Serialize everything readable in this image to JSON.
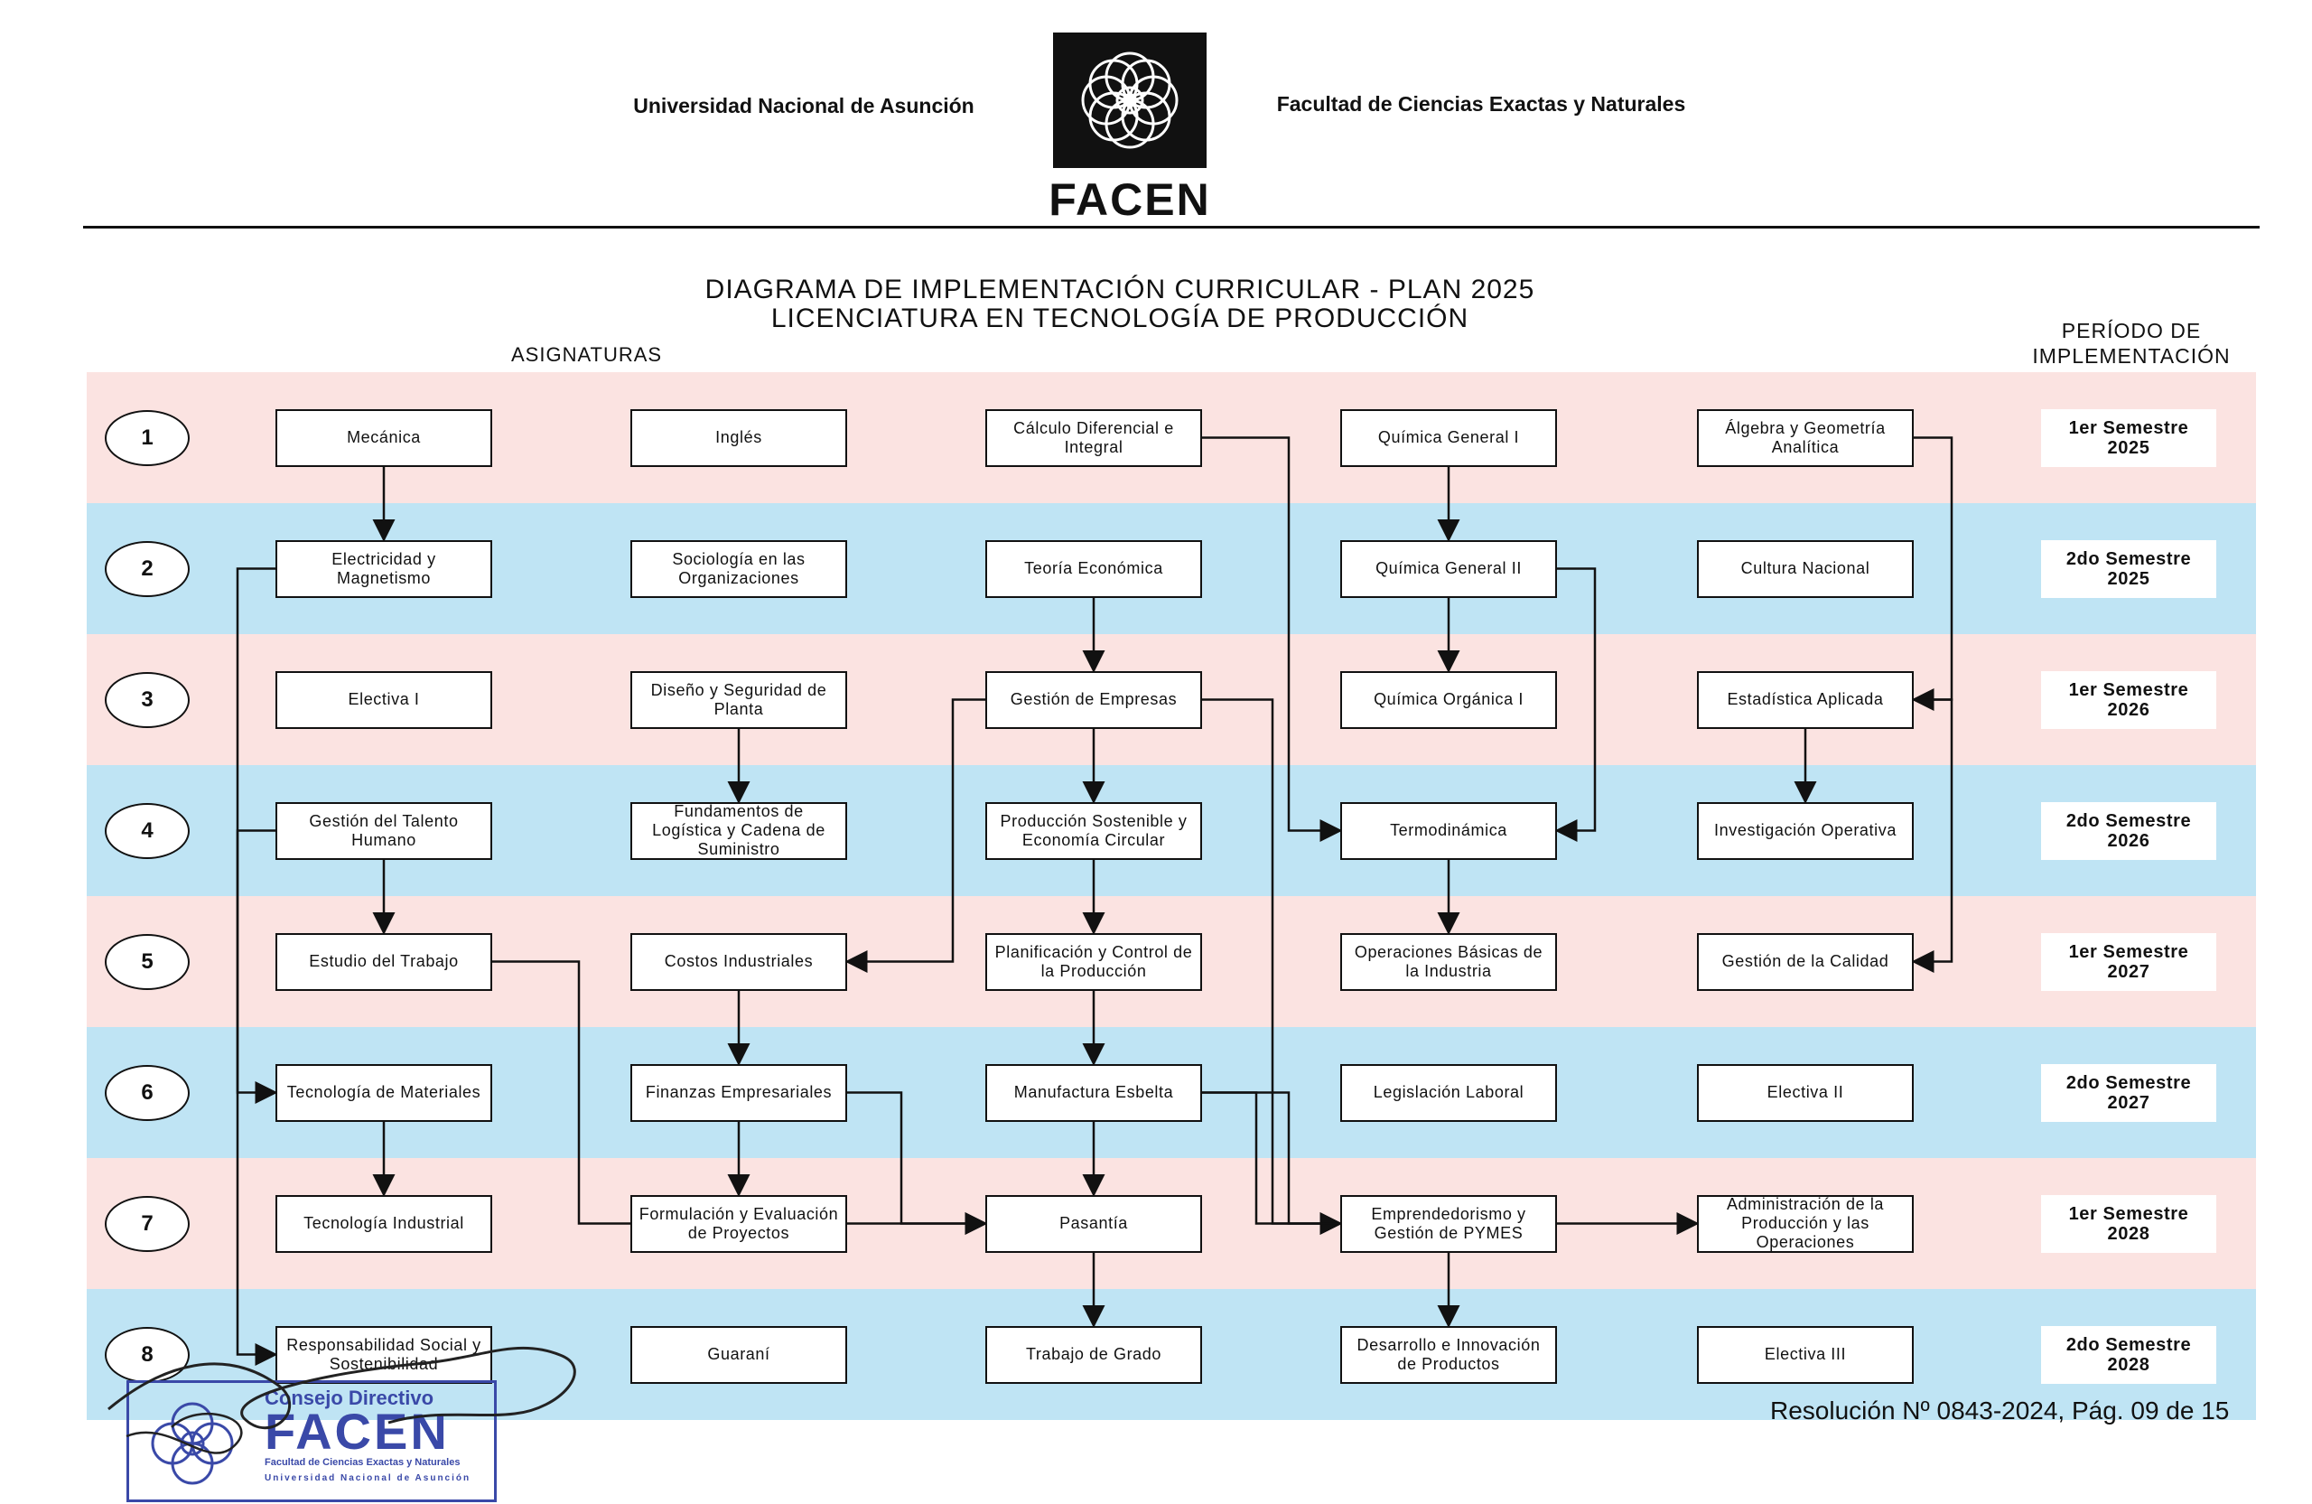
{
  "header": {
    "university": "Universidad Nacional de Asunción",
    "faculty": "Facultad de Ciencias Exactas y Naturales",
    "logo_text": "FACEN"
  },
  "title_line1": "DIAGRAMA DE IMPLEMENTACIÓN CURRICULAR - PLAN 2025",
  "title_line2": "LICENCIATURA EN TECNOLOGÍA DE PRODUCCIÓN",
  "asignaturas_label": "ASIGNATURAS",
  "periodo_label": "PERÍODO DE\nIMPLEMENTACIÓN",
  "semesters": [
    {
      "num": "1",
      "period": "1er Semestre\n2025"
    },
    {
      "num": "2",
      "period": "2do Semestre\n2025"
    },
    {
      "num": "3",
      "period": "1er Semestre\n2026"
    },
    {
      "num": "4",
      "period": "2do Semestre\n2026"
    },
    {
      "num": "5",
      "period": "1er Semestre\n2027"
    },
    {
      "num": "6",
      "period": "2do Semestre\n2027"
    },
    {
      "num": "7",
      "period": "1er Semestre\n2028"
    },
    {
      "num": "8",
      "period": "2do Semestre\n2028"
    }
  ],
  "subjects": [
    {
      "id": "mecanica",
      "label": "Mecánica",
      "row": 1,
      "col": 1
    },
    {
      "id": "ingles",
      "label": "Inglés",
      "row": 1,
      "col": 2
    },
    {
      "id": "calculo",
      "label": "Cálculo Diferencial e Integral",
      "row": 1,
      "col": 3
    },
    {
      "id": "quimica1",
      "label": "Química General I",
      "row": 1,
      "col": 4
    },
    {
      "id": "algebra",
      "label": "Álgebra y Geometría Analítica",
      "row": 1,
      "col": 5
    },
    {
      "id": "electricidad",
      "label": "Electricidad y Magnetismo",
      "row": 2,
      "col": 1
    },
    {
      "id": "sociologia",
      "label": "Sociología en las Organizaciones",
      "row": 2,
      "col": 2
    },
    {
      "id": "teoria",
      "label": "Teoría Económica",
      "row": 2,
      "col": 3
    },
    {
      "id": "quimica2",
      "label": "Química General II",
      "row": 2,
      "col": 4
    },
    {
      "id": "cultura",
      "label": "Cultura Nacional",
      "row": 2,
      "col": 5
    },
    {
      "id": "electiva1",
      "label": "Electiva I",
      "row": 3,
      "col": 1
    },
    {
      "id": "diseno",
      "label": "Diseño y Seguridad de Planta",
      "row": 3,
      "col": 2
    },
    {
      "id": "gestion_empresas",
      "label": "Gestión de Empresas",
      "row": 3,
      "col": 3
    },
    {
      "id": "quimica_org",
      "label": "Química Orgánica I",
      "row": 3,
      "col": 4
    },
    {
      "id": "estadistica",
      "label": "Estadística Aplicada",
      "row": 3,
      "col": 5
    },
    {
      "id": "talento",
      "label": "Gestión del Talento Humano",
      "row": 4,
      "col": 1
    },
    {
      "id": "logistica",
      "label": "Fundamentos de Logística y Cadena de Suministro",
      "row": 4,
      "col": 2
    },
    {
      "id": "produccion_sost",
      "label": "Producción Sostenible y Economía Circular",
      "row": 4,
      "col": 3
    },
    {
      "id": "termo",
      "label": "Termodinámica",
      "row": 4,
      "col": 4
    },
    {
      "id": "investigacion",
      "label": "Investigación Operativa",
      "row": 4,
      "col": 5
    },
    {
      "id": "estudio",
      "label": "Estudio del Trabajo",
      "row": 5,
      "col": 1
    },
    {
      "id": "costos",
      "label": "Costos Industriales",
      "row": 5,
      "col": 2
    },
    {
      "id": "planificacion",
      "label": "Planificación y Control de la Producción",
      "row": 5,
      "col": 3
    },
    {
      "id": "operaciones",
      "label": "Operaciones Básicas de la Industria",
      "row": 5,
      "col": 4
    },
    {
      "id": "calidad",
      "label": "Gestión de la Calidad",
      "row": 5,
      "col": 5
    },
    {
      "id": "tec_materiales",
      "label": "Tecnología de Materiales",
      "row": 6,
      "col": 1
    },
    {
      "id": "finanzas",
      "label": "Finanzas Empresariales",
      "row": 6,
      "col": 2
    },
    {
      "id": "manufactura",
      "label": "Manufactura Esbelta",
      "row": 6,
      "col": 3
    },
    {
      "id": "legislacion",
      "label": "Legislación Laboral",
      "row": 6,
      "col": 4
    },
    {
      "id": "electiva2",
      "label": "Electiva II",
      "row": 6,
      "col": 5
    },
    {
      "id": "tec_industrial",
      "label": "Tecnología Industrial",
      "row": 7,
      "col": 1
    },
    {
      "id": "formulacion",
      "label": "Formulación y Evaluación de Proyectos",
      "row": 7,
      "col": 2
    },
    {
      "id": "pasantia",
      "label": "Pasantía",
      "row": 7,
      "col": 3
    },
    {
      "id": "emprendedorismo",
      "label": "Emprendedorismo y Gestión de PYMES",
      "row": 7,
      "col": 4
    },
    {
      "id": "admin_ops",
      "label": "Administración de la Producción y las Operaciones",
      "row": 7,
      "col": 5
    },
    {
      "id": "rse",
      "label": "Responsabilidad Social y Sostenibilidad",
      "row": 8,
      "col": 1
    },
    {
      "id": "guarani",
      "label": "Guaraní",
      "row": 8,
      "col": 2
    },
    {
      "id": "trabajo_grado",
      "label": "Trabajo de Grado",
      "row": 8,
      "col": 3
    },
    {
      "id": "desarrollo",
      "label": "Desarrollo e Innovación de Productos",
      "row": 8,
      "col": 4
    },
    {
      "id": "electiva3",
      "label": "Electiva III",
      "row": 8,
      "col": 5
    }
  ],
  "prerequisites": [
    [
      "mecanica",
      "electricidad"
    ],
    [
      "electricidad",
      "tec_materiales"
    ],
    [
      "talento",
      "estudio"
    ],
    [
      "talento",
      "rse"
    ],
    [
      "tec_materiales",
      "tec_industrial"
    ],
    [
      "estudio",
      "pasantia"
    ],
    [
      "diseno",
      "logistica"
    ],
    [
      "costos",
      "finanzas"
    ],
    [
      "finanzas",
      "formulacion"
    ],
    [
      "finanzas",
      "pasantia"
    ],
    [
      "teoria",
      "gestion_empresas"
    ],
    [
      "gestion_empresas",
      "produccion_sost"
    ],
    [
      "gestion_empresas",
      "costos"
    ],
    [
      "gestion_empresas",
      "emprendedorismo"
    ],
    [
      "produccion_sost",
      "planificacion"
    ],
    [
      "planificacion",
      "manufactura"
    ],
    [
      "manufactura",
      "pasantia"
    ],
    [
      "manufactura",
      "emprendedorismo"
    ],
    [
      "manufactura",
      "admin_ops"
    ],
    [
      "pasantia",
      "trabajo_grado"
    ],
    [
      "calculo",
      "termo"
    ],
    [
      "quimica1",
      "quimica2"
    ],
    [
      "quimica2",
      "quimica_org"
    ],
    [
      "quimica2",
      "termo"
    ],
    [
      "termo",
      "operaciones"
    ],
    [
      "emprendedorismo",
      "desarrollo"
    ],
    [
      "algebra",
      "estadistica"
    ],
    [
      "estadistica",
      "investigacion"
    ],
    [
      "estadistica",
      "calidad"
    ]
  ],
  "footer": "Resolución Nº 0843-2024, Pág. 09 de 15",
  "stamp": {
    "line1": "Consejo Directivo",
    "logo": "FACEN",
    "line2": "Facultad de Ciencias Exactas y Naturales",
    "line3": "Universidad Nacional de Asunción"
  },
  "colors": {
    "row_pink": "#fbe3e1",
    "row_blue": "#bfe4f4",
    "stamp_blue": "#3a49a8"
  }
}
